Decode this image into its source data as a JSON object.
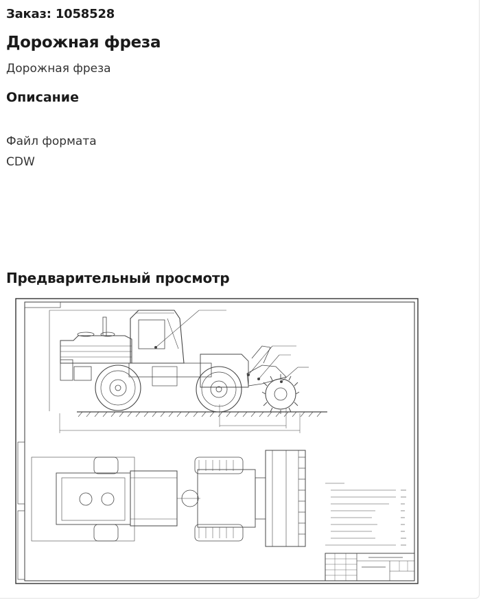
{
  "order": {
    "label": "Заказ: 1058528"
  },
  "product": {
    "title": "Дорожная фреза",
    "subtitle": "Дорожная фреза"
  },
  "description": {
    "heading": "Описание"
  },
  "file_format": {
    "label": "Файл формата",
    "value": "CDW"
  },
  "preview": {
    "heading": "Предварительный просмотр",
    "drawing_alt": "technical-drawing-road-milling-machine"
  },
  "colors": {
    "text": "#1a1a1a",
    "secondary_text": "#333333",
    "border": "#e3e3e3",
    "drawing_line": "#444444"
  }
}
